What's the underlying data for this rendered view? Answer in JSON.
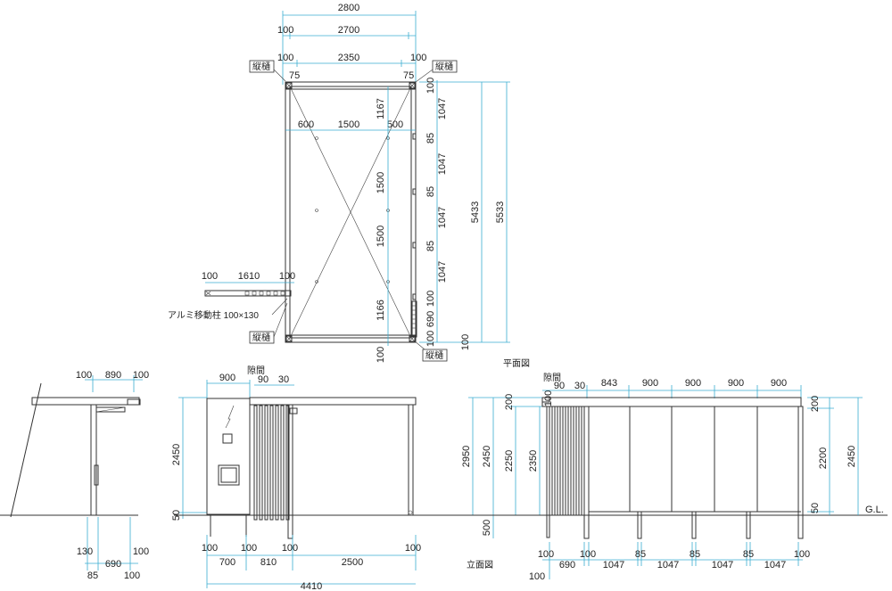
{
  "labels": {
    "plan_view": "平面図",
    "elevation_view": "立面図",
    "gutter": "縦樋",
    "column": "アルミ移動柱 100×130",
    "gap": "隙間",
    "gl": "G.L."
  },
  "plan": {
    "top_dims": [
      "2800",
      "100",
      "2700",
      "100",
      "2350",
      "100",
      "75",
      "75"
    ],
    "inner_dims": [
      "600",
      "1500",
      "500"
    ],
    "vertical_inner": [
      "1167",
      "1500",
      "1500",
      "1166"
    ],
    "right_dims": [
      "100",
      "1047",
      "85",
      "1047",
      "85",
      "1047",
      "85",
      "1047",
      "100",
      "690",
      "100"
    ],
    "right_totals": [
      "5433",
      "5533"
    ],
    "bottom_left": "100",
    "left_arm": [
      "100",
      "1610",
      "100"
    ]
  },
  "side": {
    "top": [
      "100",
      "890",
      "100"
    ],
    "bottom": [
      "130",
      "100",
      "690",
      "85",
      "100"
    ]
  },
  "front": {
    "top": [
      "900",
      "90",
      "30"
    ],
    "left": [
      "2450",
      "50"
    ],
    "bottom": [
      "100",
      "100",
      "100",
      "100",
      "700",
      "810",
      "2500",
      "4410"
    ]
  },
  "right_elev": {
    "top": [
      "100",
      "90",
      "30",
      "843",
      "900",
      "900",
      "900",
      "900"
    ],
    "left": [
      "2950",
      "2450",
      "2250",
      "2350",
      "500",
      "200"
    ],
    "right": [
      "200",
      "2200",
      "2450",
      "50"
    ],
    "bottom": [
      "100",
      "690",
      "100",
      "1047",
      "85",
      "1047",
      "85",
      "1047",
      "85",
      "1047",
      "100",
      "100"
    ]
  }
}
